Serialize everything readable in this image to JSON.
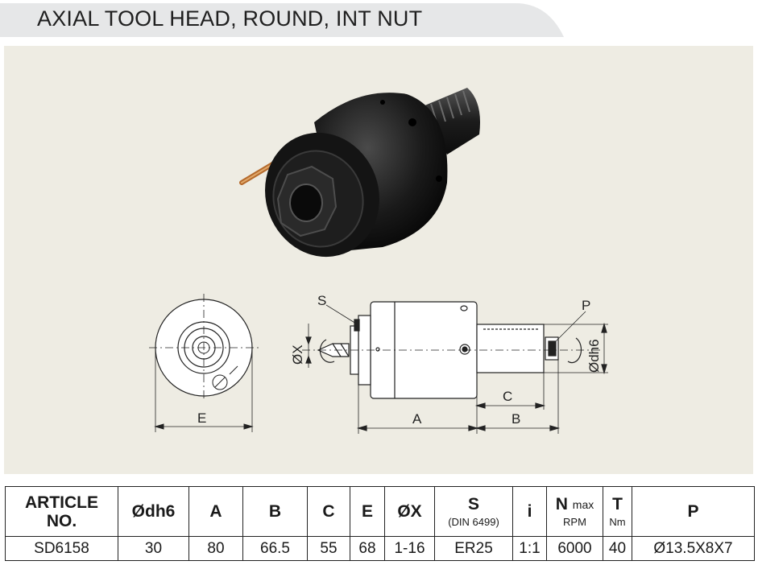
{
  "header": {
    "title": "AXIAL TOOL HEAD, ROUND, INT NUT"
  },
  "drawing": {
    "label_s": "S",
    "label_p": "P",
    "label_ox": "ØX",
    "label_odh6": "Ødh6",
    "label_a": "A",
    "label_b": "B",
    "label_c": "C",
    "label_e": "E"
  },
  "table": {
    "headers": {
      "article_line1": "ARTICLE",
      "article_line2": "NO.",
      "odh6": "Ødh6",
      "a": "A",
      "b": "B",
      "c": "C",
      "e": "E",
      "ox": "ØX",
      "s": "S",
      "s_sub": "(DIN 6499)",
      "i": "i",
      "n": "N",
      "n_sup": "max",
      "n_sub": "RPM",
      "t": "T",
      "t_sub": "Nm",
      "p": "P"
    },
    "rows": [
      {
        "article": "SD6158",
        "odh6": "30",
        "a": "80",
        "b": "66.5",
        "c": "55",
        "e": "68",
        "ox": "1-16",
        "s": "ER25",
        "i": "1:1",
        "n": "6000",
        "t": "40",
        "p": "Ø13.5X8X7"
      }
    ]
  }
}
